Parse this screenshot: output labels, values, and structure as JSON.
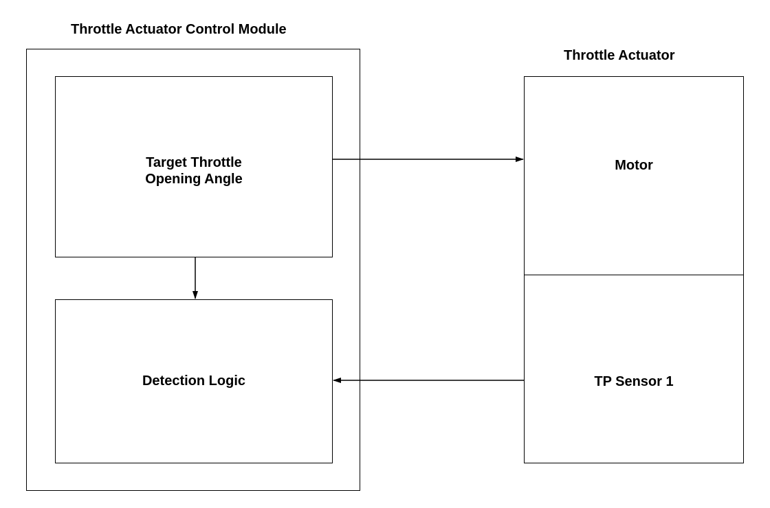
{
  "control_module": {
    "title": "Throttle Actuator Control Module",
    "target_box": {
      "line1": "Target Throttle",
      "line2": "Opening Angle"
    },
    "detection_box": {
      "label": "Detection Logic"
    }
  },
  "actuator": {
    "title": "Throttle Actuator",
    "motor_box": {
      "label": "Motor"
    },
    "sensor_box": {
      "label": "TP Sensor 1"
    }
  },
  "colors": {
    "line": "#000000",
    "background": "#ffffff"
  }
}
